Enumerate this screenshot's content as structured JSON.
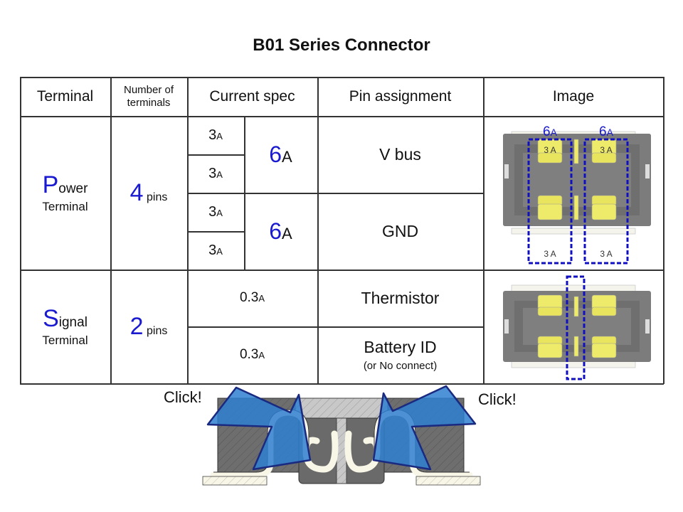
{
  "title": "B01 Series Connector",
  "table": {
    "headers": {
      "terminal": "Terminal",
      "number_of_terminals": [
        "Number of",
        "terminals"
      ],
      "current_spec": "Current spec",
      "pin_assignment": "Pin assignment",
      "image": "Image"
    },
    "power": {
      "terminal_initial": "P",
      "terminal_rest": "ower",
      "terminal_suffix": "Terminal",
      "pin_count": "4",
      "pin_unit": "pins",
      "pin_currents": [
        {
          "value": "3",
          "unit": "A"
        },
        {
          "value": "3",
          "unit": "A"
        },
        {
          "value": "3",
          "unit": "A"
        },
        {
          "value": "3",
          "unit": "A"
        }
      ],
      "group_currents": [
        {
          "value": "6",
          "unit": "A"
        },
        {
          "value": "6",
          "unit": "A"
        }
      ],
      "assignments": [
        "V bus",
        "GND"
      ],
      "image_labels": {
        "group_top": [
          {
            "value": "6",
            "unit": "A"
          },
          {
            "value": "6",
            "unit": "A"
          }
        ],
        "pin_labels_top": [
          "3 A",
          "3 A"
        ],
        "pin_labels_bottom": [
          "3 A",
          "3 A"
        ]
      }
    },
    "signal": {
      "terminal_initial": "S",
      "terminal_rest": "ignal",
      "terminal_suffix": "Terminal",
      "pin_count": "2",
      "pin_unit": "pins",
      "currents": [
        {
          "value": "0.3",
          "unit": "A"
        },
        {
          "value": "0.3",
          "unit": "A"
        }
      ],
      "assignments": [
        {
          "label": "Thermistor",
          "note": ""
        },
        {
          "label": "Battery ID",
          "note": "(or No connect)"
        }
      ]
    }
  },
  "cross_section": {
    "click_left": "Click!",
    "click_right": "Click!"
  },
  "colors": {
    "accent_blue": "#1a1ad0",
    "highlight_dash": "#1010c0",
    "arrow_fill": "#2f7fd0",
    "housing_gray": "#777777",
    "contact_yellow": "#eeea6a"
  }
}
